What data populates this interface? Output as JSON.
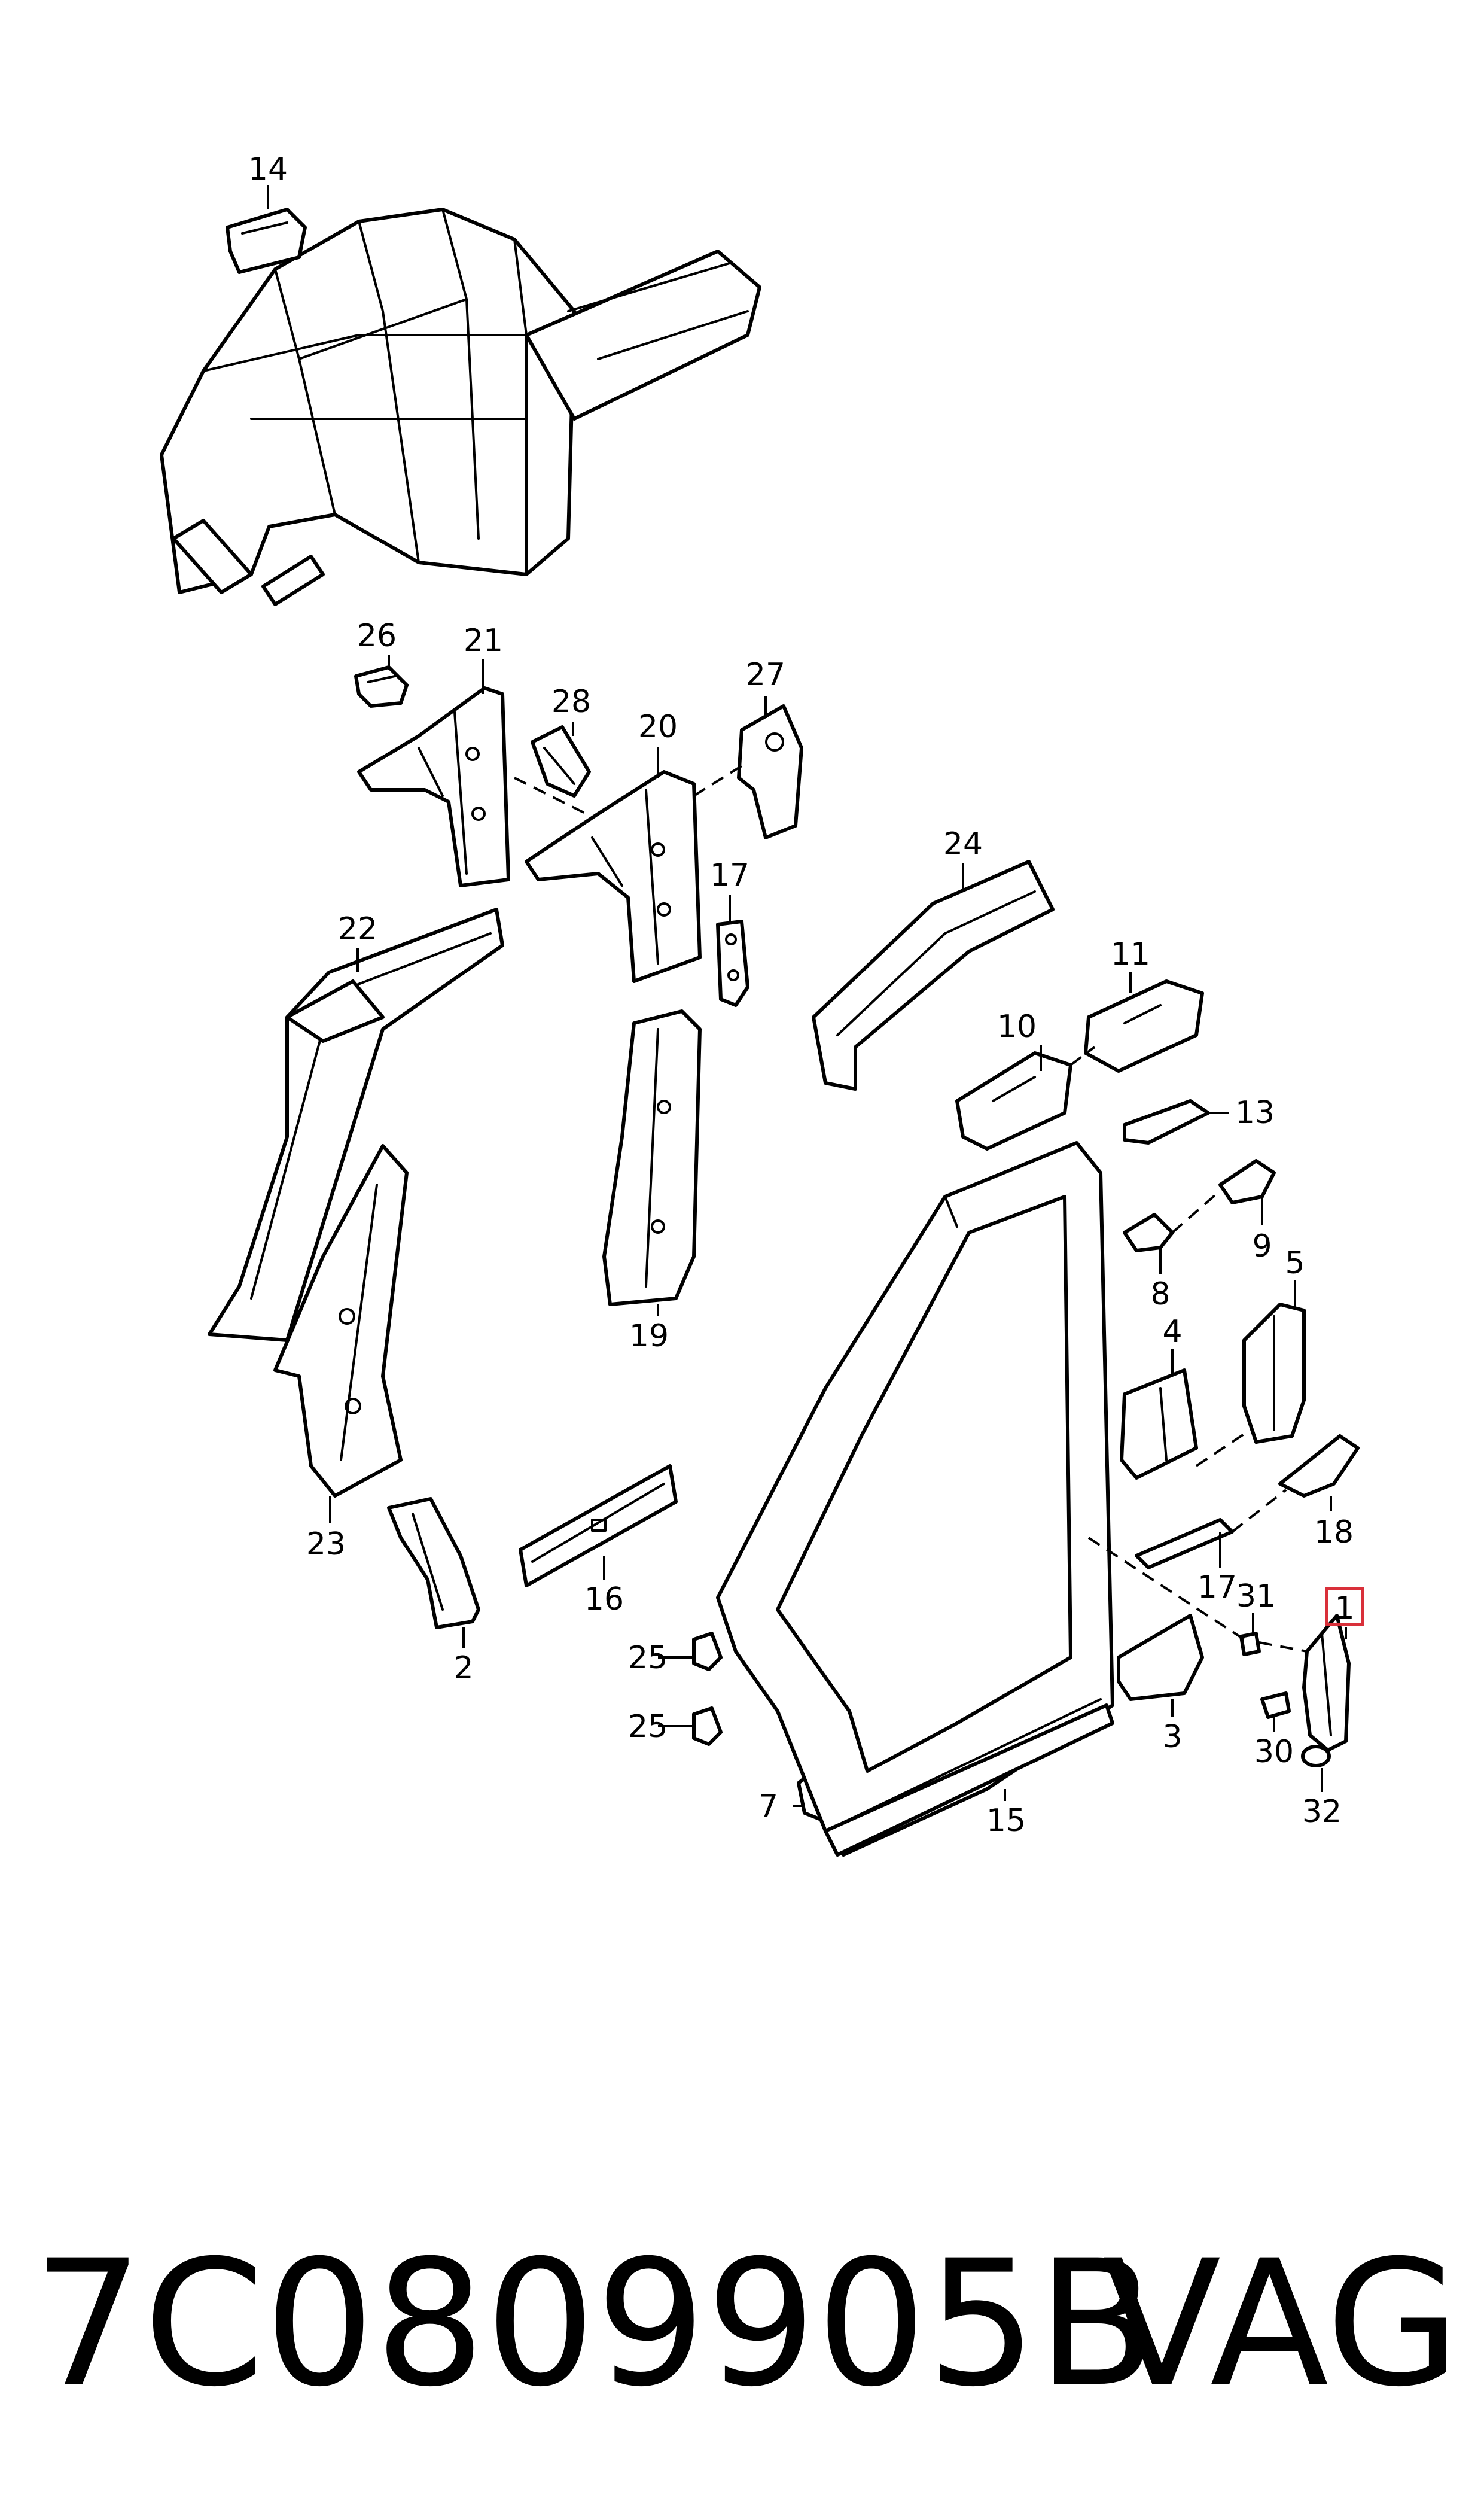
{
  "diagram": {
    "callouts": {
      "c1": "1",
      "c2": "2",
      "c3": "3",
      "c4": "4",
      "c5": "5",
      "c7": "7",
      "c8": "8",
      "c9": "9",
      "c10": "10",
      "c11": "11",
      "c13": "13",
      "c14": "14",
      "c15": "15",
      "c16": "16",
      "c17a": "17",
      "c17b": "17",
      "c18": "18",
      "c19": "19",
      "c20": "20",
      "c21": "21",
      "c22": "22",
      "c23": "23",
      "c24": "24",
      "c25a": "25",
      "c25b": "25",
      "c26": "26",
      "c27": "27",
      "c28": "28",
      "c30": "30",
      "c31": "31",
      "c32": "32"
    },
    "highlight_color": "#d9303a"
  },
  "footer": {
    "part_number": "7C0809905B",
    "brand": "VAG"
  }
}
